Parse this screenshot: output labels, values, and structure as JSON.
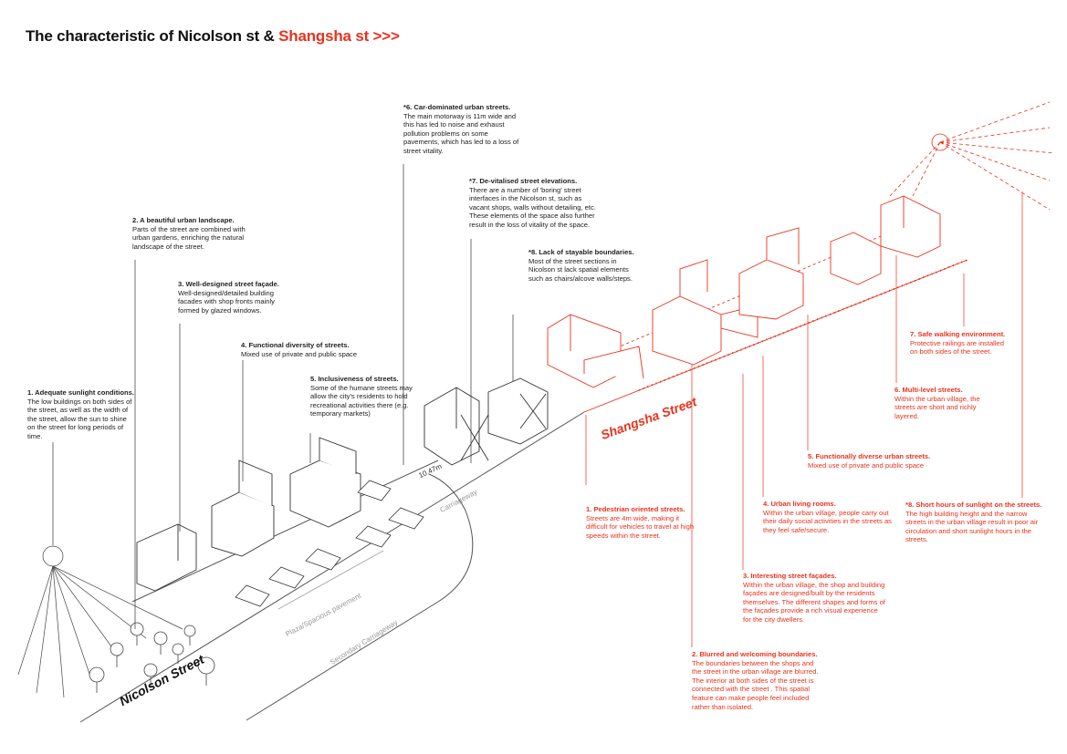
{
  "title": {
    "main": "The characteristic of Nicolson st & ",
    "highlight": "Shangsha st >>>"
  },
  "colors": {
    "accent": "#e8331e",
    "ink": "#222222",
    "grey": "#999999"
  },
  "labels": {
    "nicolson_street": "Nicolson Street",
    "shangsha_street": "Shangsha Street",
    "dimension": "10.47m",
    "carriageway": "Carriageway",
    "plaza": "Plaza/Spacious pavement",
    "secondary": "Secondary Carriageway"
  },
  "nicolson_notes": [
    {
      "heading": "1. Adequate sunlight conditions.",
      "body": "The low buildings on both sides of the street, as well as the width of the street, allow the sun to shine on the street for long periods of time."
    },
    {
      "heading": "2. A beautiful urban landscape.",
      "body": "Parts of the street are combined with urban gardens, enriching the natural landscape of the street."
    },
    {
      "heading": "3. Well-designed street façade.",
      "body": "Well-designed/detailed building facades with shop fronts mainly formed by glazed windows."
    },
    {
      "heading": "4. Functional diversity of streets.",
      "body": "Mixed use of private and public space"
    },
    {
      "heading": "5. Inclusiveness of streets.",
      "body": "Some of the humane streets may allow the city's residents to hold recreational activities there (e.g. temporary markets)"
    },
    {
      "heading": "*6. Car-dominated urban streets.",
      "body": "The main motorway is 11m wide and this has led to noise and exhaust pollution problems on some pavements, which has led to a loss of street vitality."
    },
    {
      "heading": "*7. De-vitalised street elevations.",
      "body": "There are a number of 'boring' street interfaces in the Nicolson st, such as vacant shops, walls without detailing, etc. These elements of the space also further result in the loss of vitality of the space."
    },
    {
      "heading": "*8. Lack of stayable boundaries.",
      "body": "Most of the street sections in Nicolson st lack spatial elements such as chairs/alcove walls/steps."
    }
  ],
  "shangsha_notes": [
    {
      "heading": "1. Pedestrian oriented streets.",
      "body": "Streets are 4m wide, making it difficult for vehicles to travel at high speeds within the street."
    },
    {
      "heading": "2. Blurred and welcoming boundaries.",
      "body": "The boundaries between the shops and the street in the urban village are blurred. The interior at both sides of the street is connected with the street . This spatial feature can make people feel included rather than isolated."
    },
    {
      "heading": "3. Interesting street façades.",
      "body": "Within the urban village, the shop and building façades are designed/built by the residents themselves. The different shapes and forms of the façades provide a rich visual experience for the city dwellers."
    },
    {
      "heading": "4. Urban living rooms.",
      "body": "Within the urban village, people carry out their daily social activities in the streets as they feel safe/secure."
    },
    {
      "heading": "5. Functionally diverse urban streets.",
      "body": "Mixed use of private and public space"
    },
    {
      "heading": "6. Multi-level streets.",
      "body": "Within the urban village, the streets are short and richly layered."
    },
    {
      "heading": "7. Safe walking environment.",
      "body": "Protective railings are installed on both sides of the street."
    },
    {
      "heading": "*8. Short hours of sunlight on the streets.",
      "body": "The high building height and the narrow streets in the urban village result in poor air circulation and short sunlight hours in the streets."
    }
  ]
}
